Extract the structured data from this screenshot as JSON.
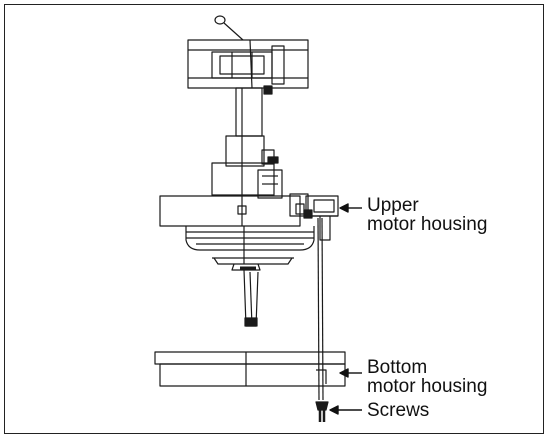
{
  "callouts": {
    "upper_line1": "Upper",
    "upper_line2": "motor housing",
    "bottom_line1": "Bottom",
    "bottom_line2": "motor housing",
    "screws": "Screws"
  },
  "colors": {
    "ink": "#1a1a1a",
    "background": "#ffffff"
  }
}
